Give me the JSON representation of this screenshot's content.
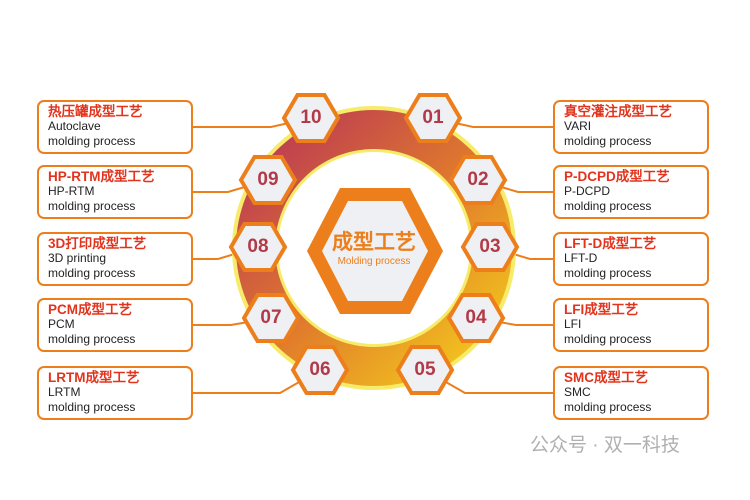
{
  "center": {
    "title": "成型工艺",
    "subtitle": "Molding process"
  },
  "colors": {
    "accent": "#ec7f1c",
    "title_red": "#e2341d",
    "number": "#b23a48",
    "ring_start": "#c0424f",
    "ring_end": "#f2c21e"
  },
  "processes": [
    {
      "num": "01",
      "title": "真空灌注成型工艺",
      "line1": "VARI",
      "line2": "molding process"
    },
    {
      "num": "02",
      "title": "P-DCPD成型工艺",
      "line1": "P-DCPD",
      "line2": "molding process"
    },
    {
      "num": "03",
      "title": "LFT-D成型工艺",
      "line1": "LFT-D",
      "line2": "molding process"
    },
    {
      "num": "04",
      "title": "LFI成型工艺",
      "line1": "LFI",
      "line2": "molding process"
    },
    {
      "num": "05",
      "title": "SMC成型工艺",
      "line1": "SMC",
      "line2": "molding process"
    },
    {
      "num": "06",
      "title": "LRTM成型工艺",
      "line1": "LRTM",
      "line2": "molding process"
    },
    {
      "num": "07",
      "title": "PCM成型工艺",
      "line1": "PCM",
      "line2": "molding process"
    },
    {
      "num": "08",
      "title": "3D打印成型工艺",
      "line1": "3D printing",
      "line2": "molding process"
    },
    {
      "num": "09",
      "title": "HP-RTM成型工艺",
      "line1": "HP-RTM",
      "line2": "molding process"
    },
    {
      "num": "10",
      "title": "热压罐成型工艺",
      "line1": "Autoclave",
      "line2": "molding process"
    }
  ],
  "watermark": "公众号 · 双一科技"
}
